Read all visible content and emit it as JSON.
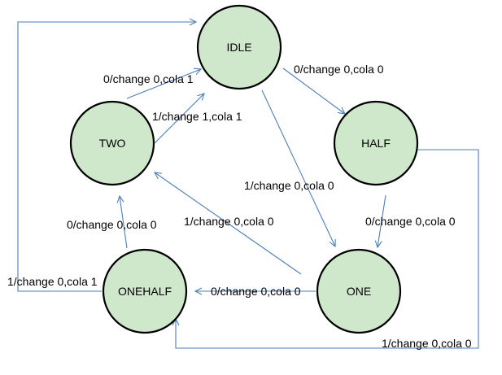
{
  "states": {
    "idle": "IDLE",
    "half": "HALF",
    "one": "ONE",
    "onehalf": "ONEHALF",
    "two": "TWO"
  },
  "transitions": {
    "idle_to_half": "0/change 0,cola 0",
    "idle_to_one": "1/change 0,cola 0",
    "half_to_one": "0/change 0,cola 0",
    "half_to_onehalf": "1/change 0,cola 0",
    "one_to_onehalf": "0/change 0,cola 0",
    "one_to_two": "1/change 0,cola 0",
    "onehalf_to_two": "0/change 0,cola 0",
    "onehalf_to_idle": "1/change 0,cola 1",
    "two_to_idle_0": "0/change 0,cola 1",
    "two_to_idle_1": "1/change 1,cola 1"
  },
  "colors": {
    "state_fill": "#cfe8cc",
    "state_stroke": "#000000",
    "edge": "#4a7ebb"
  }
}
